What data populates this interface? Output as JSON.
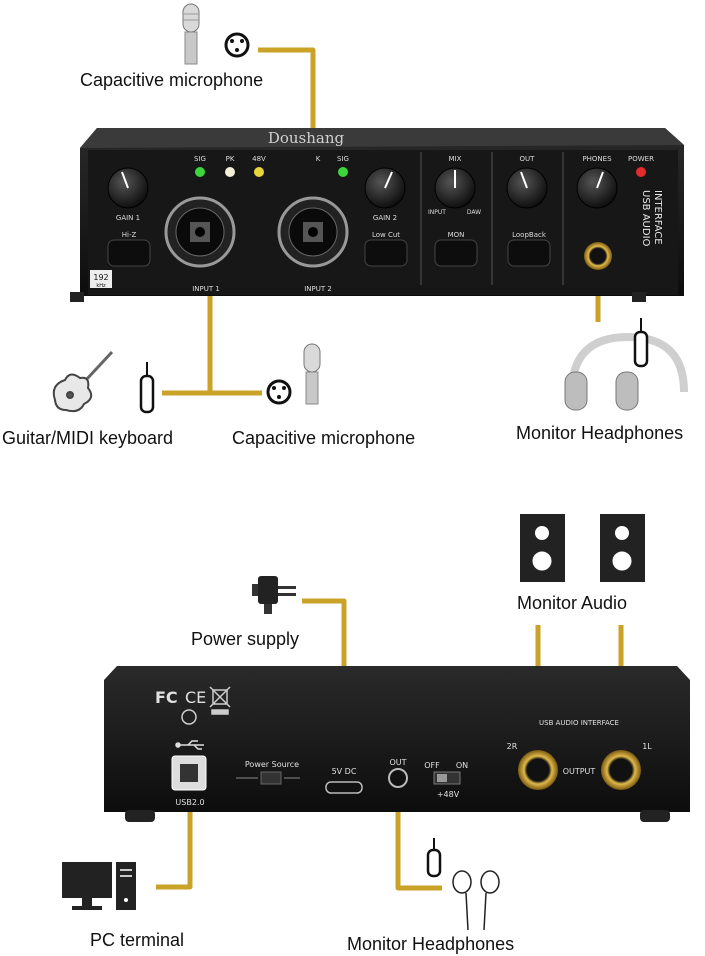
{
  "labels": {
    "mic_top": "Capacitive microphone",
    "guitar": "Guitar/MIDI keyboard",
    "mic_bottom": "Capacitive microphone",
    "headphones_top": "Monitor Headphones",
    "monitor_audio": "Monitor Audio",
    "power_supply": "Power supply",
    "pc_terminal": "PC terminal",
    "headphones_bottom": "Monitor Headphones"
  },
  "front_panel": {
    "brand": "Doushang",
    "sig": "SIG",
    "pk": "PK",
    "v48": "48V",
    "k": "K",
    "sig2": "SIG",
    "gain1": "GAIN 1",
    "hiz": "Hi-Z",
    "input1": "INPUT 1",
    "input2": "INPUT 2",
    "gain2": "GAIN 2",
    "lowcut": "Low Cut",
    "mix": "MIX",
    "input": "INPUT",
    "daw": "DAW",
    "mon": "MON",
    "out": "OUT",
    "loopback": "LoopBack",
    "phones": "PHONES",
    "power": "POWER",
    "usb_audio_1": "USB AUDIO",
    "usb_audio_2": "INTERFACE",
    "khz192": "192",
    "khz": "kHz"
  },
  "rear_panel": {
    "fc": "FC",
    "ce": "CE",
    "usb": "USB2.0",
    "power_source": "Power Source",
    "dc": "5V DC",
    "out": "OUT",
    "off": "OFF",
    "on": "ON",
    "v48": "+48V",
    "usb_audio_interface": "USB AUDIO INTERFACE",
    "r2": "2R",
    "l1": "1L",
    "output": "OUTPUT"
  },
  "colors": {
    "cable": "#c9a227",
    "device": "#151515",
    "led_green": "#3bd63b",
    "led_yellow": "#e8d53a",
    "led_red": "#e52b2b"
  }
}
